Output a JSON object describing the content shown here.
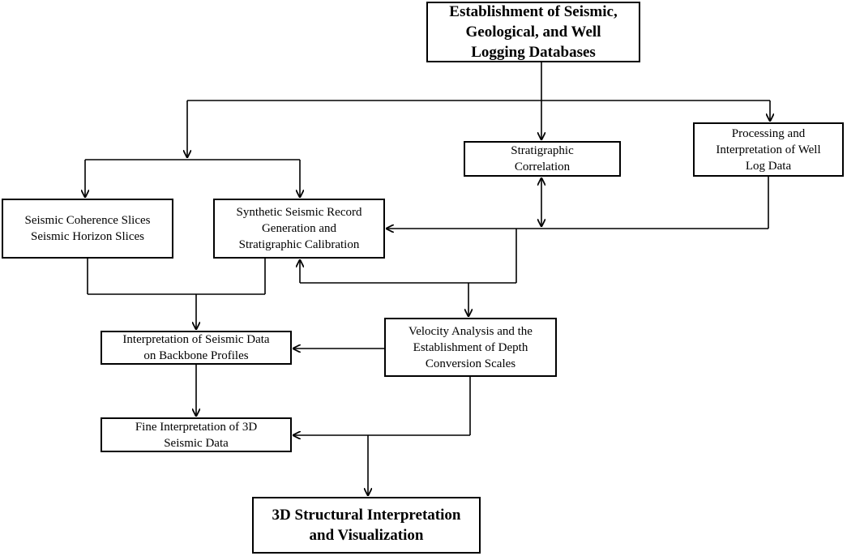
{
  "nodes": {
    "databases": {
      "lines": [
        "Establishment of Seismic,",
        "Geological, and Well",
        "Logging Databases"
      ]
    },
    "stratigraphic_correlation": {
      "lines": [
        "Stratigraphic",
        "Correlation"
      ]
    },
    "well_log_processing": {
      "lines": [
        "Processing and",
        "Interpretation of Well",
        "Log Data"
      ]
    },
    "coherence_slices": {
      "lines": [
        "Seismic Coherence Slices",
        "Seismic Horizon Slices"
      ]
    },
    "synthetic_record": {
      "lines": [
        "Synthetic Seismic Record",
        "Generation and",
        "Stratigraphic Calibration"
      ]
    },
    "backbone_profiles": {
      "lines": [
        "Interpretation of Seismic Data",
        "on Backbone Profiles"
      ]
    },
    "velocity_analysis": {
      "lines": [
        "Velocity Analysis and the",
        "Establishment of Depth",
        "Conversion Scales"
      ]
    },
    "fine_interpretation": {
      "lines": [
        "Fine Interpretation of 3D",
        "Seismic Data"
      ]
    },
    "structural_interpretation": {
      "lines": [
        "3D Structural Interpretation",
        "and Visualization"
      ]
    }
  },
  "colors": {
    "stroke": "#000000",
    "background": "#ffffff"
  }
}
